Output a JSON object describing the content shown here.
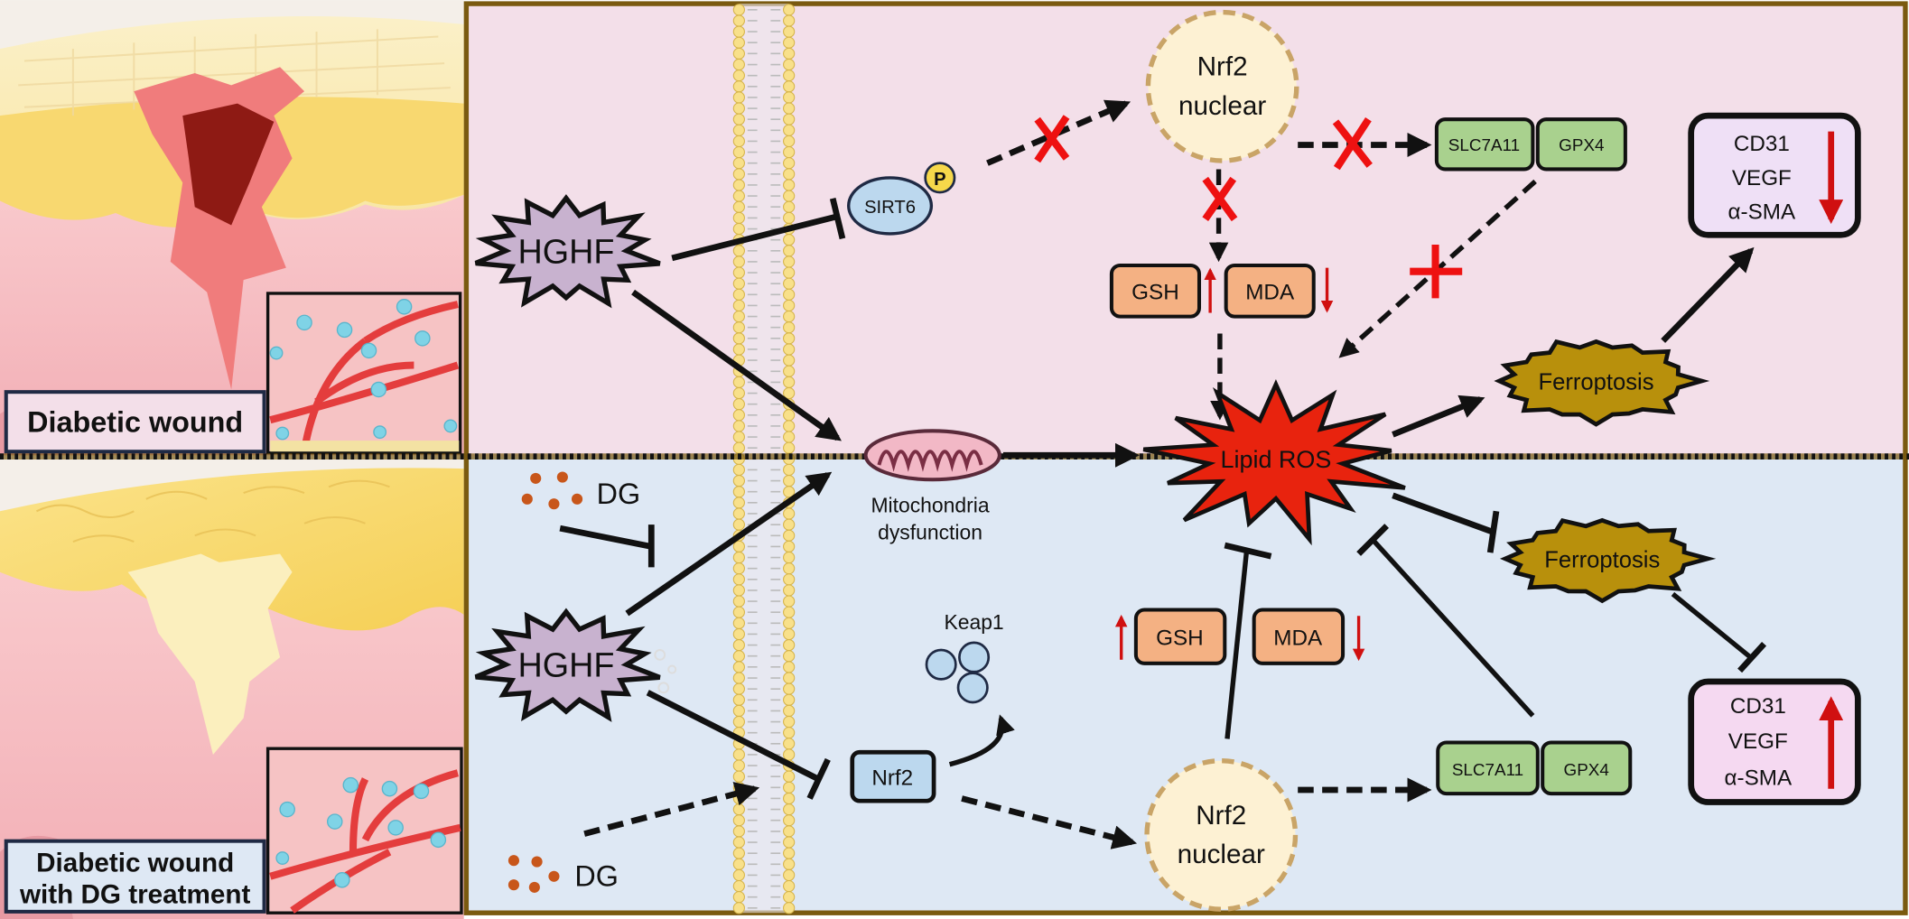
{
  "photos": {
    "top_label": "Diabetic wound",
    "bottom_label_line1": "Diabetic wound",
    "bottom_label_line2": "with DG treatment"
  },
  "top": {
    "hghf": "HGHF",
    "sirt6": "SIRT6",
    "phospho": "P",
    "nrf2_nuclear_line1": "Nrf2",
    "nrf2_nuclear_line2": "nuclear",
    "slc7a11": "SLC7A11",
    "gpx4": "GPX4",
    "gsh": "GSH",
    "gsh_trend": "up",
    "mda": "MDA",
    "mda_trend": "down",
    "ferroptosis": "Ferroptosis",
    "markers": [
      "CD31",
      "VEGF",
      "α-SMA"
    ],
    "markers_trend": "down"
  },
  "center": {
    "lipid_ros": "Lipid ROS",
    "mito_line1": "Mitochondria",
    "mito_line2": "dysfunction"
  },
  "bottom": {
    "dg_top": "DG",
    "dg_bottom": "DG",
    "hghf": "HGHF",
    "keap1": "Keap1",
    "nrf2": "Nrf2",
    "nrf2_nuclear_line1": "Nrf2",
    "nrf2_nuclear_line2": "nuclear",
    "slc7a11": "SLC7A11",
    "gpx4": "GPX4",
    "gsh": "GSH",
    "gsh_trend": "up",
    "mda": "MDA",
    "mda_trend": "down",
    "ferroptosis": "Ferroptosis",
    "markers": [
      "CD31",
      "VEGF",
      "α-SMA"
    ],
    "markers_trend": "up"
  },
  "colors": {
    "top_panel": "#f3dfe9",
    "bottom_panel": "#dee8f4",
    "panel_border": "#7a5a10",
    "hghf": "#c8b2cf",
    "sirt6": "#bcd8ee",
    "phospho": "#f6d84a",
    "nrf2_nuclear": "#fdf1d3",
    "nrf2_nuclear_border": "#c9a467",
    "transporter": "#a9d18e",
    "gsh_mda": "#f4b183",
    "ferroptosis": "#b8900c",
    "lipid_ros": "#e8230e",
    "inhibition_mark": "#ee1111",
    "trend_arrow": "#d01010",
    "dg_dots": "#c8561a"
  }
}
